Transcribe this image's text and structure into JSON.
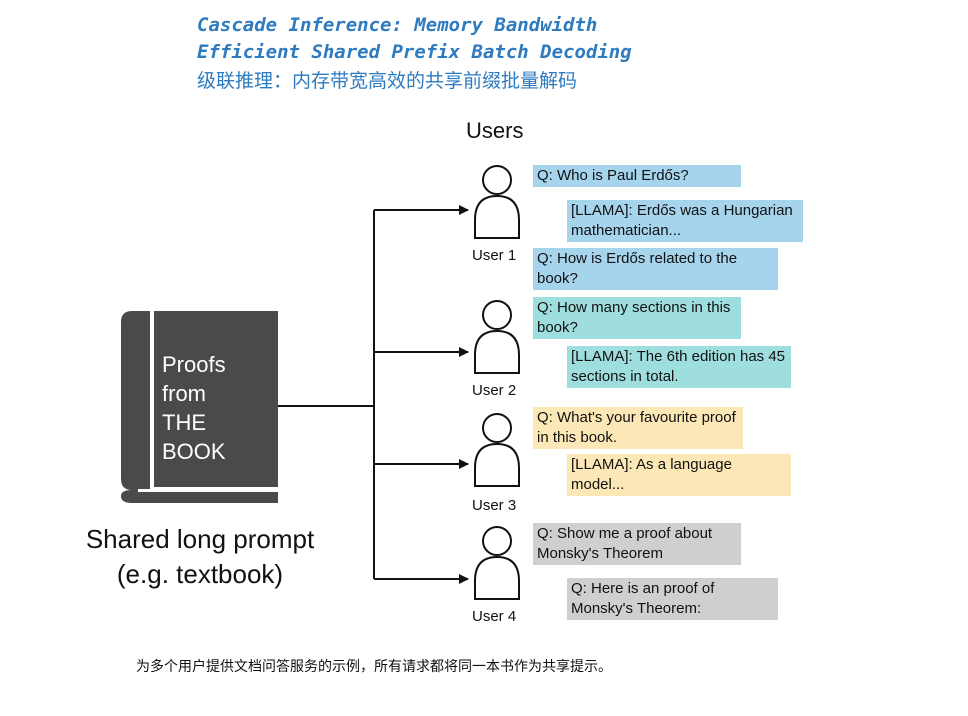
{
  "title": {
    "line1": "Cascade Inference: Memory Bandwidth",
    "line2": "Efficient Shared Prefix Batch Decoding",
    "line3": "级联推理：内存带宽高效的共享前缀批量解码"
  },
  "users_heading": "Users",
  "book": {
    "lines": [
      "Proofs",
      "from",
      "THE",
      "BOOK"
    ],
    "color": "#4a4a4a"
  },
  "shared_prompt": {
    "line1": "Shared long prompt",
    "line2": "(e.g. textbook)"
  },
  "users": [
    {
      "label": "User 1"
    },
    {
      "label": "User 2"
    },
    {
      "label": "User 3"
    },
    {
      "label": "User 4"
    }
  ],
  "messages": [
    {
      "text": "Q: Who is Paul Erdős?",
      "color": "#a6d4ec"
    },
    {
      "text": "[LLAMA]: Erdős was a Hungarian mathematician...",
      "color": "#a6d4ec"
    },
    {
      "text": "Q: How is Erdős related to the book?",
      "color": "#a6d4ec"
    },
    {
      "text": "Q: How many sections in this book?",
      "color": "#9fdede"
    },
    {
      "text": "[LLAMA]: The 6th edition has 45 sections in total.",
      "color": "#9fdede"
    },
    {
      "text": "Q: What's your favourite proof in this book.",
      "color": "#fce7b7"
    },
    {
      "text": "[LLAMA]: As a language model...",
      "color": "#fce7b7"
    },
    {
      "text": "Q: Show me a proof about Monsky's Theorem",
      "color": "#cfcfcf"
    },
    {
      "text": "Q: Here is an proof of Monsky's Theorem:",
      "color": "#cfcfcf"
    }
  ],
  "caption": "为多个用户提供文档问答服务的示例，所有请求都将同一本书作为共享提示。"
}
